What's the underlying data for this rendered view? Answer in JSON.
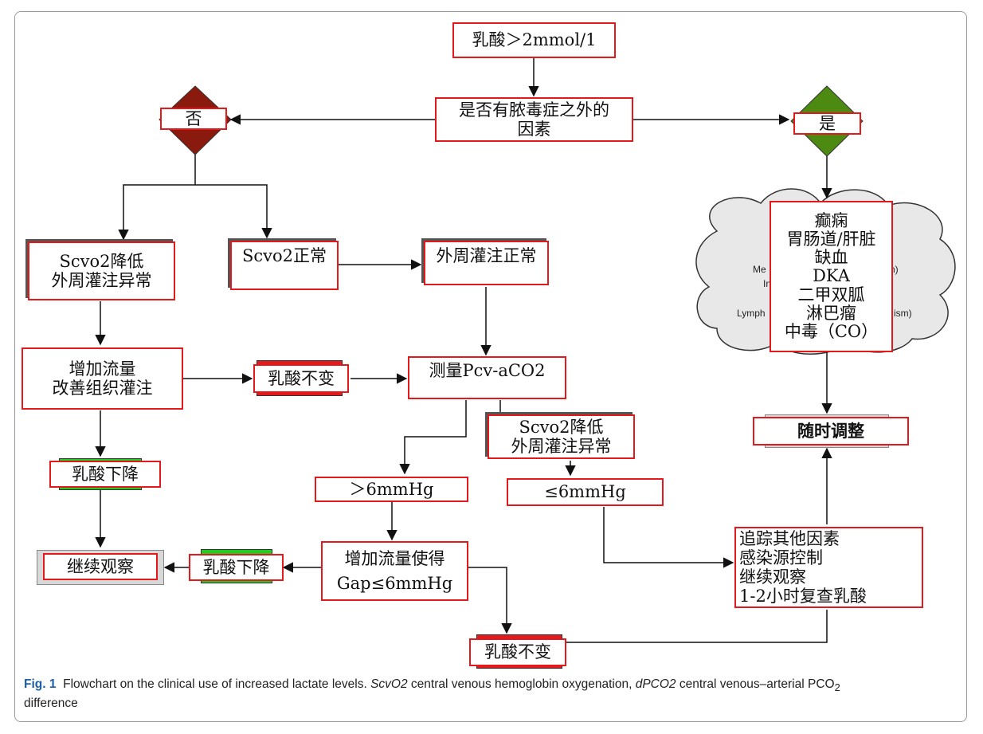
{
  "nodes": {
    "start": "乳酸＞2mmol/1",
    "question": [
      "是否有脓毒症之外的",
      "因素"
    ],
    "no": "否",
    "yes": "是",
    "scvo2_low_1": [
      "Scvo2降低",
      "外周灌注异常"
    ],
    "scvo2_normal": "Scvo2正常",
    "perfusion_normal": "外周灌注正常",
    "increase_flow": [
      "增加流量",
      "改善组织灌注"
    ],
    "lactate_unchanged_1": "乳酸不变",
    "measure_gap": "测量Pcv-aCO2",
    "lactate_down_1": "乳酸下降",
    "scvo2_low_2": [
      "Scvo2降低",
      "外周灌注异常"
    ],
    "gt6": "＞6mmHg",
    "le6": "≤6mmHg",
    "continue_observe": "继续观察",
    "lactate_down_2": "乳酸下降",
    "increase_flow_gap": [
      "增加流量使得",
      "Gap≤6mmHg"
    ],
    "track_factors": [
      "追踪其他因素",
      "感染源控制",
      "继续观察",
      "1-2小时复查乳酸"
    ],
    "lactate_unchanged_2": "乳酸不变",
    "adjust": "随时调整",
    "causes": [
      "癫痫",
      "胃肠道/肝脏",
      "缺血",
      "DKA",
      "二甲双胍",
      "淋巴瘤",
      "中毒（CO）"
    ],
    "cloud_fragments": [
      "Me",
      "n)",
      "In",
      "Lymph",
      "ism)"
    ]
  },
  "colors": {
    "box_border": "#e3191c",
    "no_diamond": "#8b1a0e",
    "yes_diamond": "#4d8a12",
    "green_bar": "#22cc22",
    "cloud_fill": "#e8e8e8"
  },
  "caption": {
    "label": "Fig. 1",
    "text_1": "Flowchart on the clinical use of increased lactate levels.",
    "term_1": "ScvO2",
    "text_2": "central venous hemoglobin oxygenation,",
    "term_2": "dPCO2",
    "text_3": "central venous–arterial PCO",
    "sub": "2",
    "line_2": "difference"
  }
}
